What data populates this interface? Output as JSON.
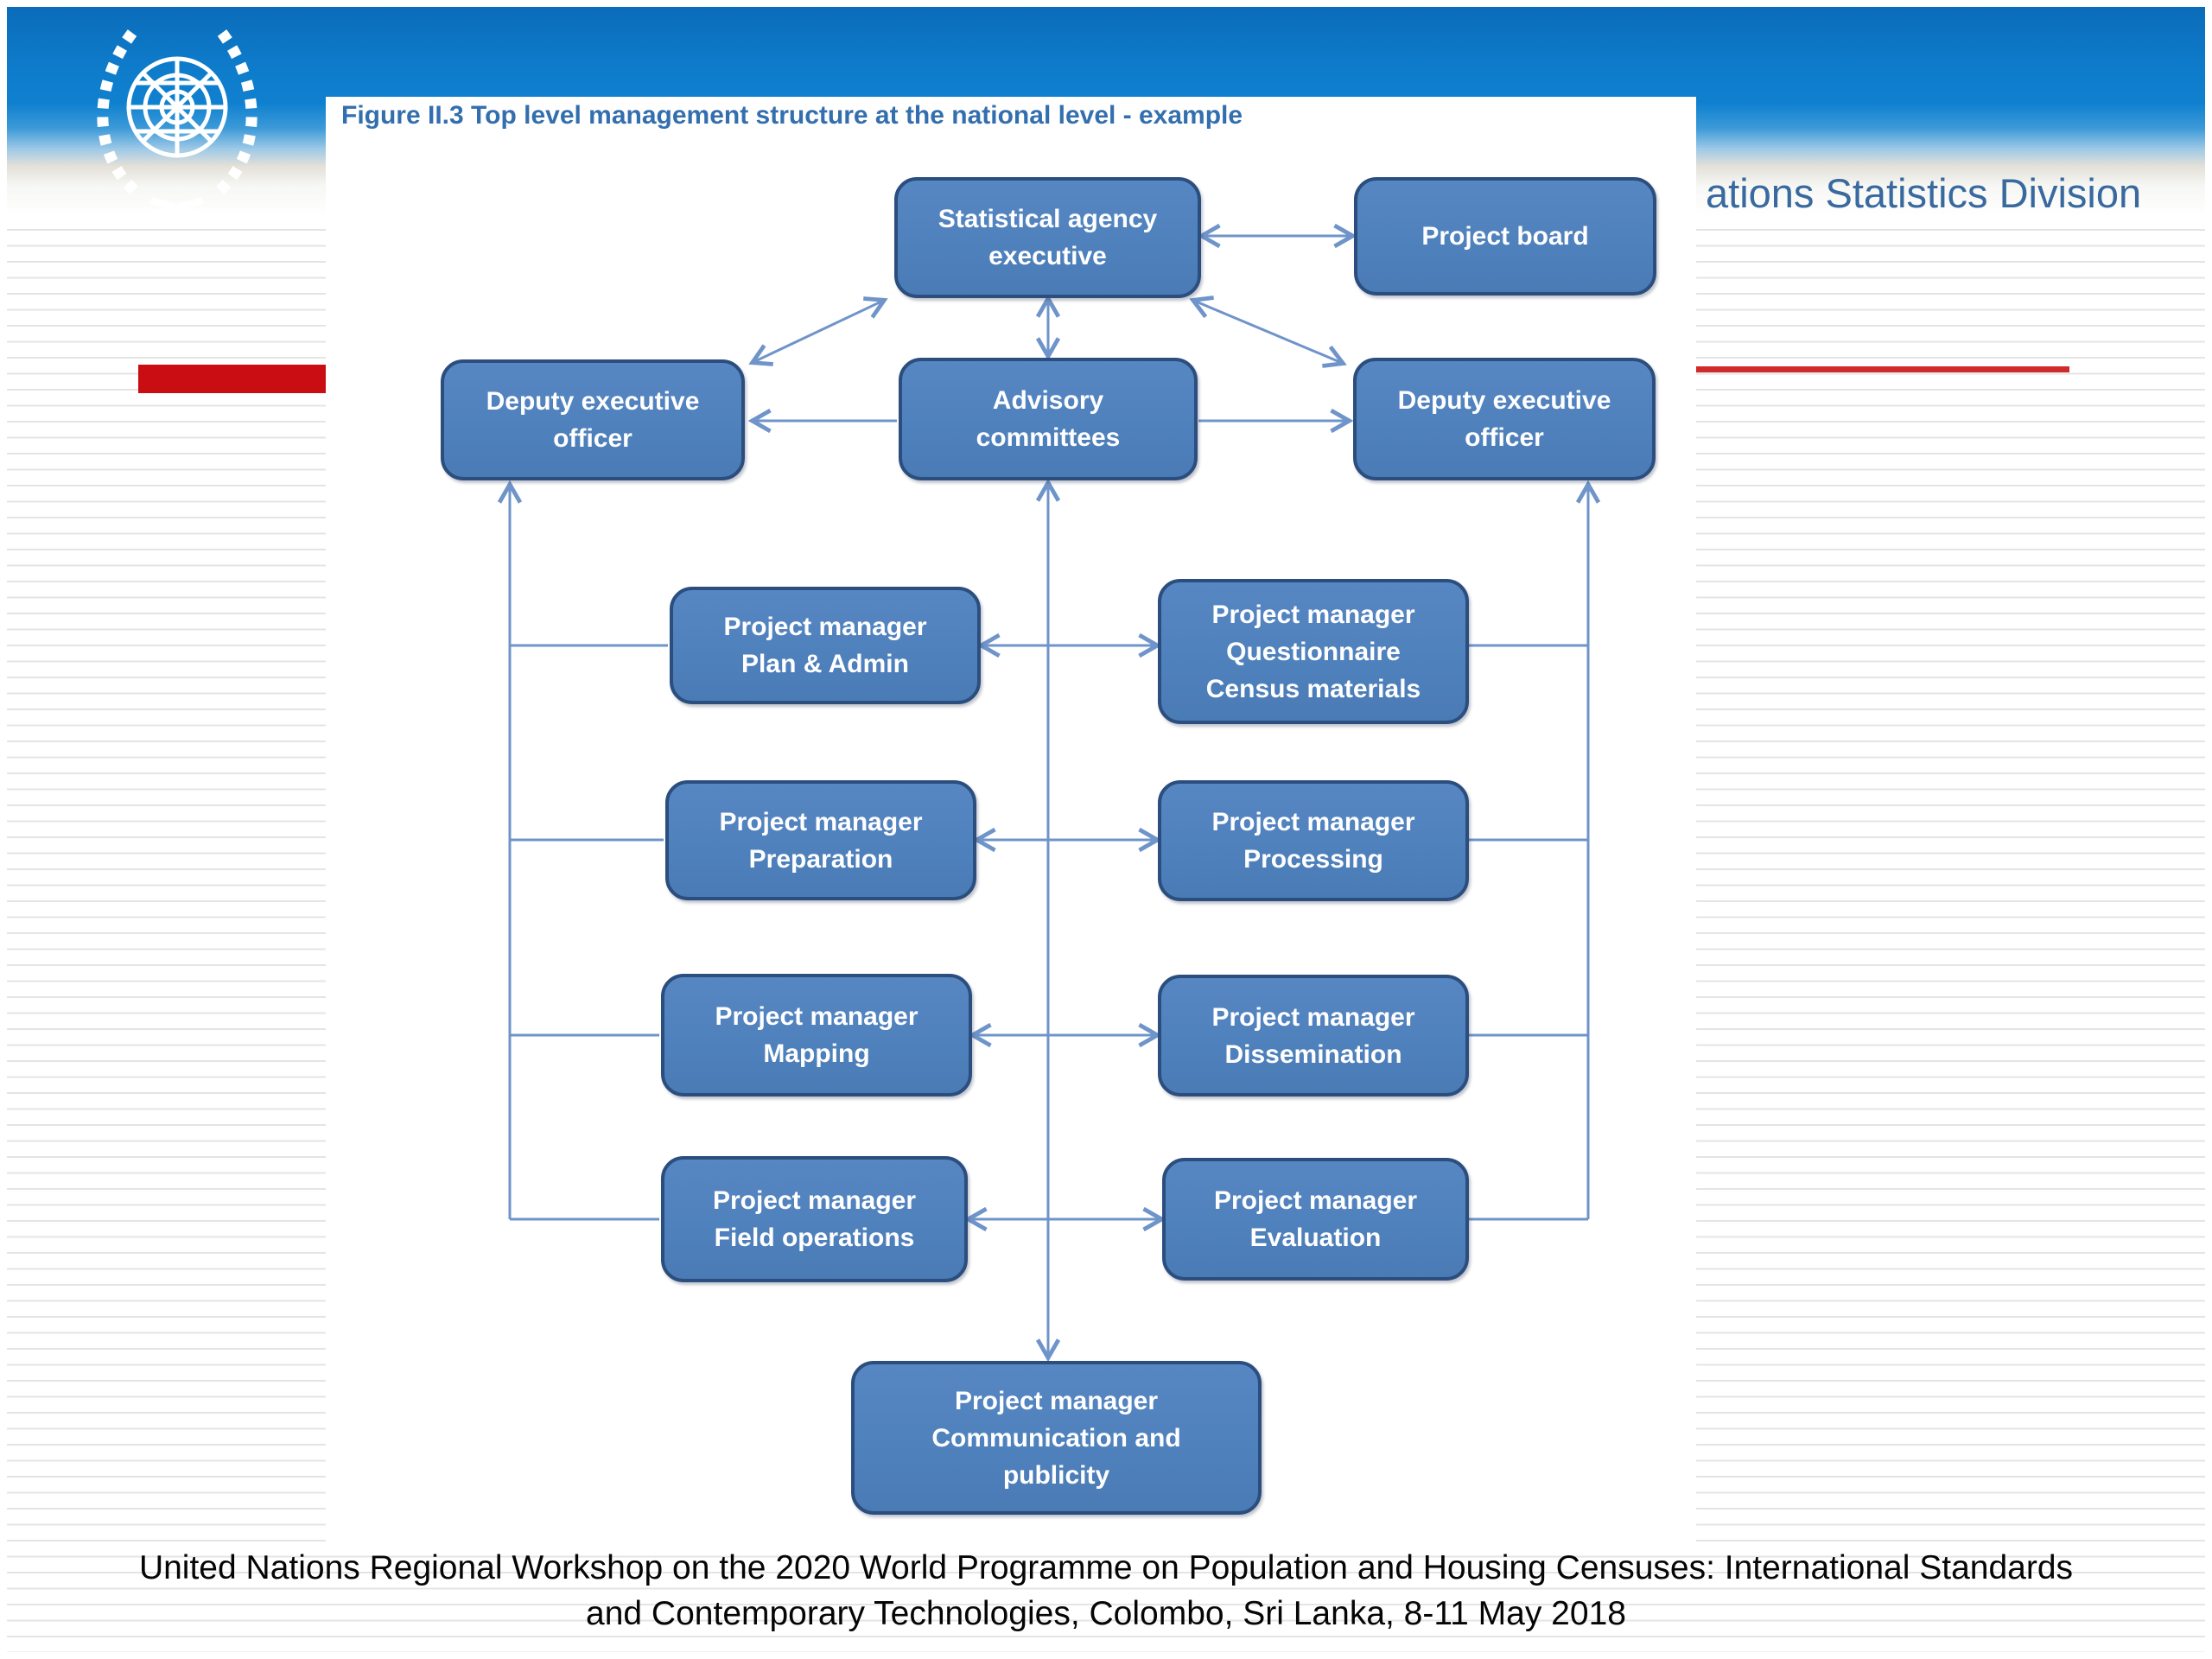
{
  "header": {
    "logo": "un-emblem",
    "org_text": "ations Statistics Division"
  },
  "figure": {
    "title": "Figure II.3 Top level management structure at the national level - example",
    "type": "org-chart",
    "nodes": [
      {
        "id": "stat-exec",
        "label": "Statistical agency\nexecutive"
      },
      {
        "id": "project-board",
        "label": "Project board"
      },
      {
        "id": "deputy-left",
        "label": "Deputy executive\nofficer"
      },
      {
        "id": "advisory",
        "label": "Advisory\ncommittees"
      },
      {
        "id": "deputy-right",
        "label": "Deputy executive\nofficer"
      },
      {
        "id": "pm-plan",
        "label": "Project manager\nPlan & Admin"
      },
      {
        "id": "pm-quest",
        "label": "Project manager\nQuestionnaire\nCensus materials"
      },
      {
        "id": "pm-prep",
        "label": "Project manager\nPreparation"
      },
      {
        "id": "pm-proc",
        "label": "Project manager\nProcessing"
      },
      {
        "id": "pm-map",
        "label": "Project manager\nMapping"
      },
      {
        "id": "pm-diss",
        "label": "Project manager\nDissemination"
      },
      {
        "id": "pm-field",
        "label": "Project manager\nField operations"
      },
      {
        "id": "pm-eval",
        "label": "Project manager\nEvaluation"
      },
      {
        "id": "pm-comm",
        "label": "Project manager\nCommunication and\npublicity"
      }
    ],
    "edges": [
      {
        "from": "stat-exec",
        "to": "project-board",
        "style": "double-arrow"
      },
      {
        "from": "stat-exec",
        "to": "advisory",
        "style": "double-arrow"
      },
      {
        "from": "stat-exec",
        "to": "deputy-left",
        "style": "double-arrow-diagonal"
      },
      {
        "from": "stat-exec",
        "to": "deputy-right",
        "style": "double-arrow-diagonal"
      },
      {
        "from": "advisory",
        "to": "deputy-left",
        "style": "arrow"
      },
      {
        "from": "advisory",
        "to": "deputy-right",
        "style": "arrow"
      },
      {
        "from": "advisory",
        "to": "pm-comm",
        "style": "double-arrow-spine"
      },
      {
        "from": "deputy-left",
        "to": "pm-plan, pm-prep, pm-map, pm-field",
        "style": "spine"
      },
      {
        "from": "deputy-right",
        "to": "pm-quest, pm-proc, pm-diss, pm-eval",
        "style": "spine"
      },
      {
        "from": "pm-quest",
        "to": "pm-plan",
        "style": "outward-double-arrow"
      },
      {
        "from": "pm-proc",
        "to": "pm-prep",
        "style": "outward-double-arrow"
      },
      {
        "from": "pm-diss",
        "to": "pm-map",
        "style": "outward-double-arrow"
      },
      {
        "from": "pm-eval",
        "to": "pm-field",
        "style": "outward-double-arrow"
      }
    ],
    "colors": {
      "box_fill": "#4f81bd",
      "box_border": "#2b4e7e",
      "box_text": "#ffffff",
      "connector": "#6f94c9",
      "title": "#336fae"
    }
  },
  "accents": {
    "red_bar": "#c90d12",
    "red_line": "#cf2b2b"
  },
  "footer": {
    "line1": "United Nations Regional Workshop on the 2020 World Programme on Population and Housing Censuses: International Standards",
    "line2": "and Contemporary Technologies, Colombo, Sri Lanka, 8-11 May 2018"
  }
}
